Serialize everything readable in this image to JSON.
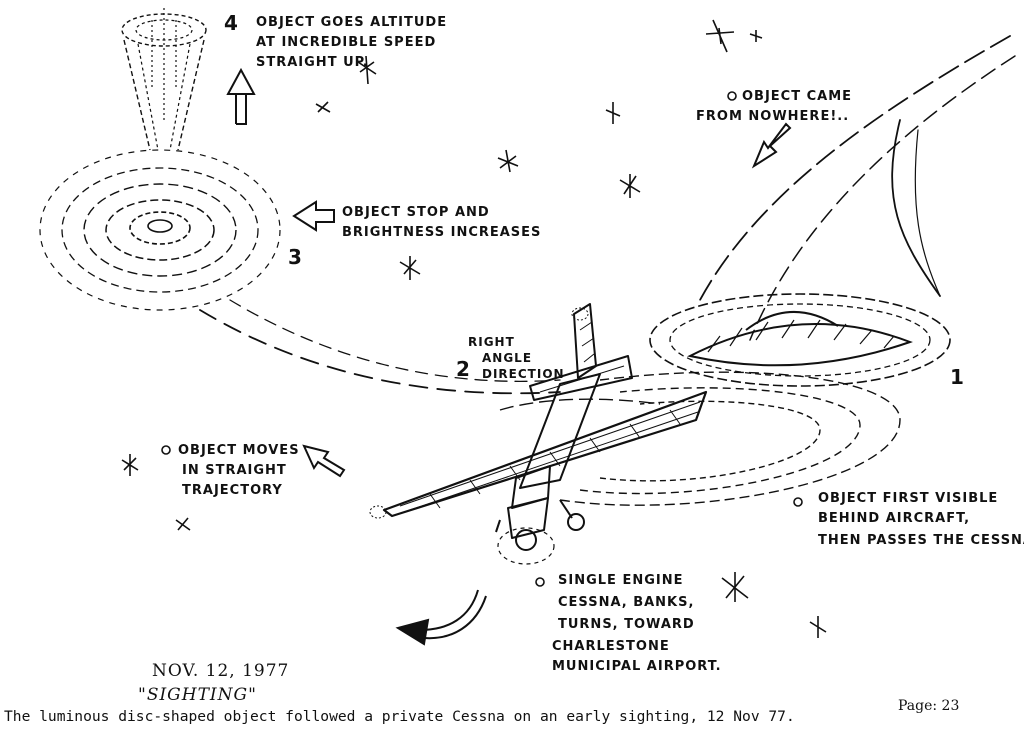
{
  "labels": {
    "step4": {
      "number": "4",
      "line1": "OBJECT GOES ALTITUDE",
      "line2": "AT INCREDIBLE SPEED",
      "line3": "STRAIGHT UP."
    },
    "came": {
      "line1": "OBJECT CAME",
      "line2": "FROM NOWHERE!.."
    },
    "step3": {
      "number": "3",
      "line1": "OBJECT STOP AND",
      "line2": "BRIGHTNESS INCREASES"
    },
    "step2": {
      "number": "2",
      "line1": "RIGHT",
      "line2": "ANGLE",
      "line3": "DIRECTION"
    },
    "step1": {
      "number": "1"
    },
    "moves": {
      "line1": "OBJECT MOVES",
      "line2": "IN STRAIGHT",
      "line3": "TRAJECTORY"
    },
    "visible": {
      "line1": "OBJECT FIRST VISIBLE",
      "line2": "BEHIND AIRCRAFT,",
      "line3": "THEN PASSES THE CESSNA."
    },
    "cessna": {
      "line1": "SINGLE ENGINE",
      "line2": "CESSNA, BANKS,",
      "line3": "TURNS, TOWARD",
      "line4": "CHARLESTONE",
      "line5": "MUNICIPAL AIRPORT."
    }
  },
  "date": "NOV. 12, 1977",
  "sighting": "\"SIGHTING\"",
  "page": "Page: 23",
  "caption": "The luminous disc-shaped object followed a private Cessna on an early sighting, 12 Nov 77."
}
